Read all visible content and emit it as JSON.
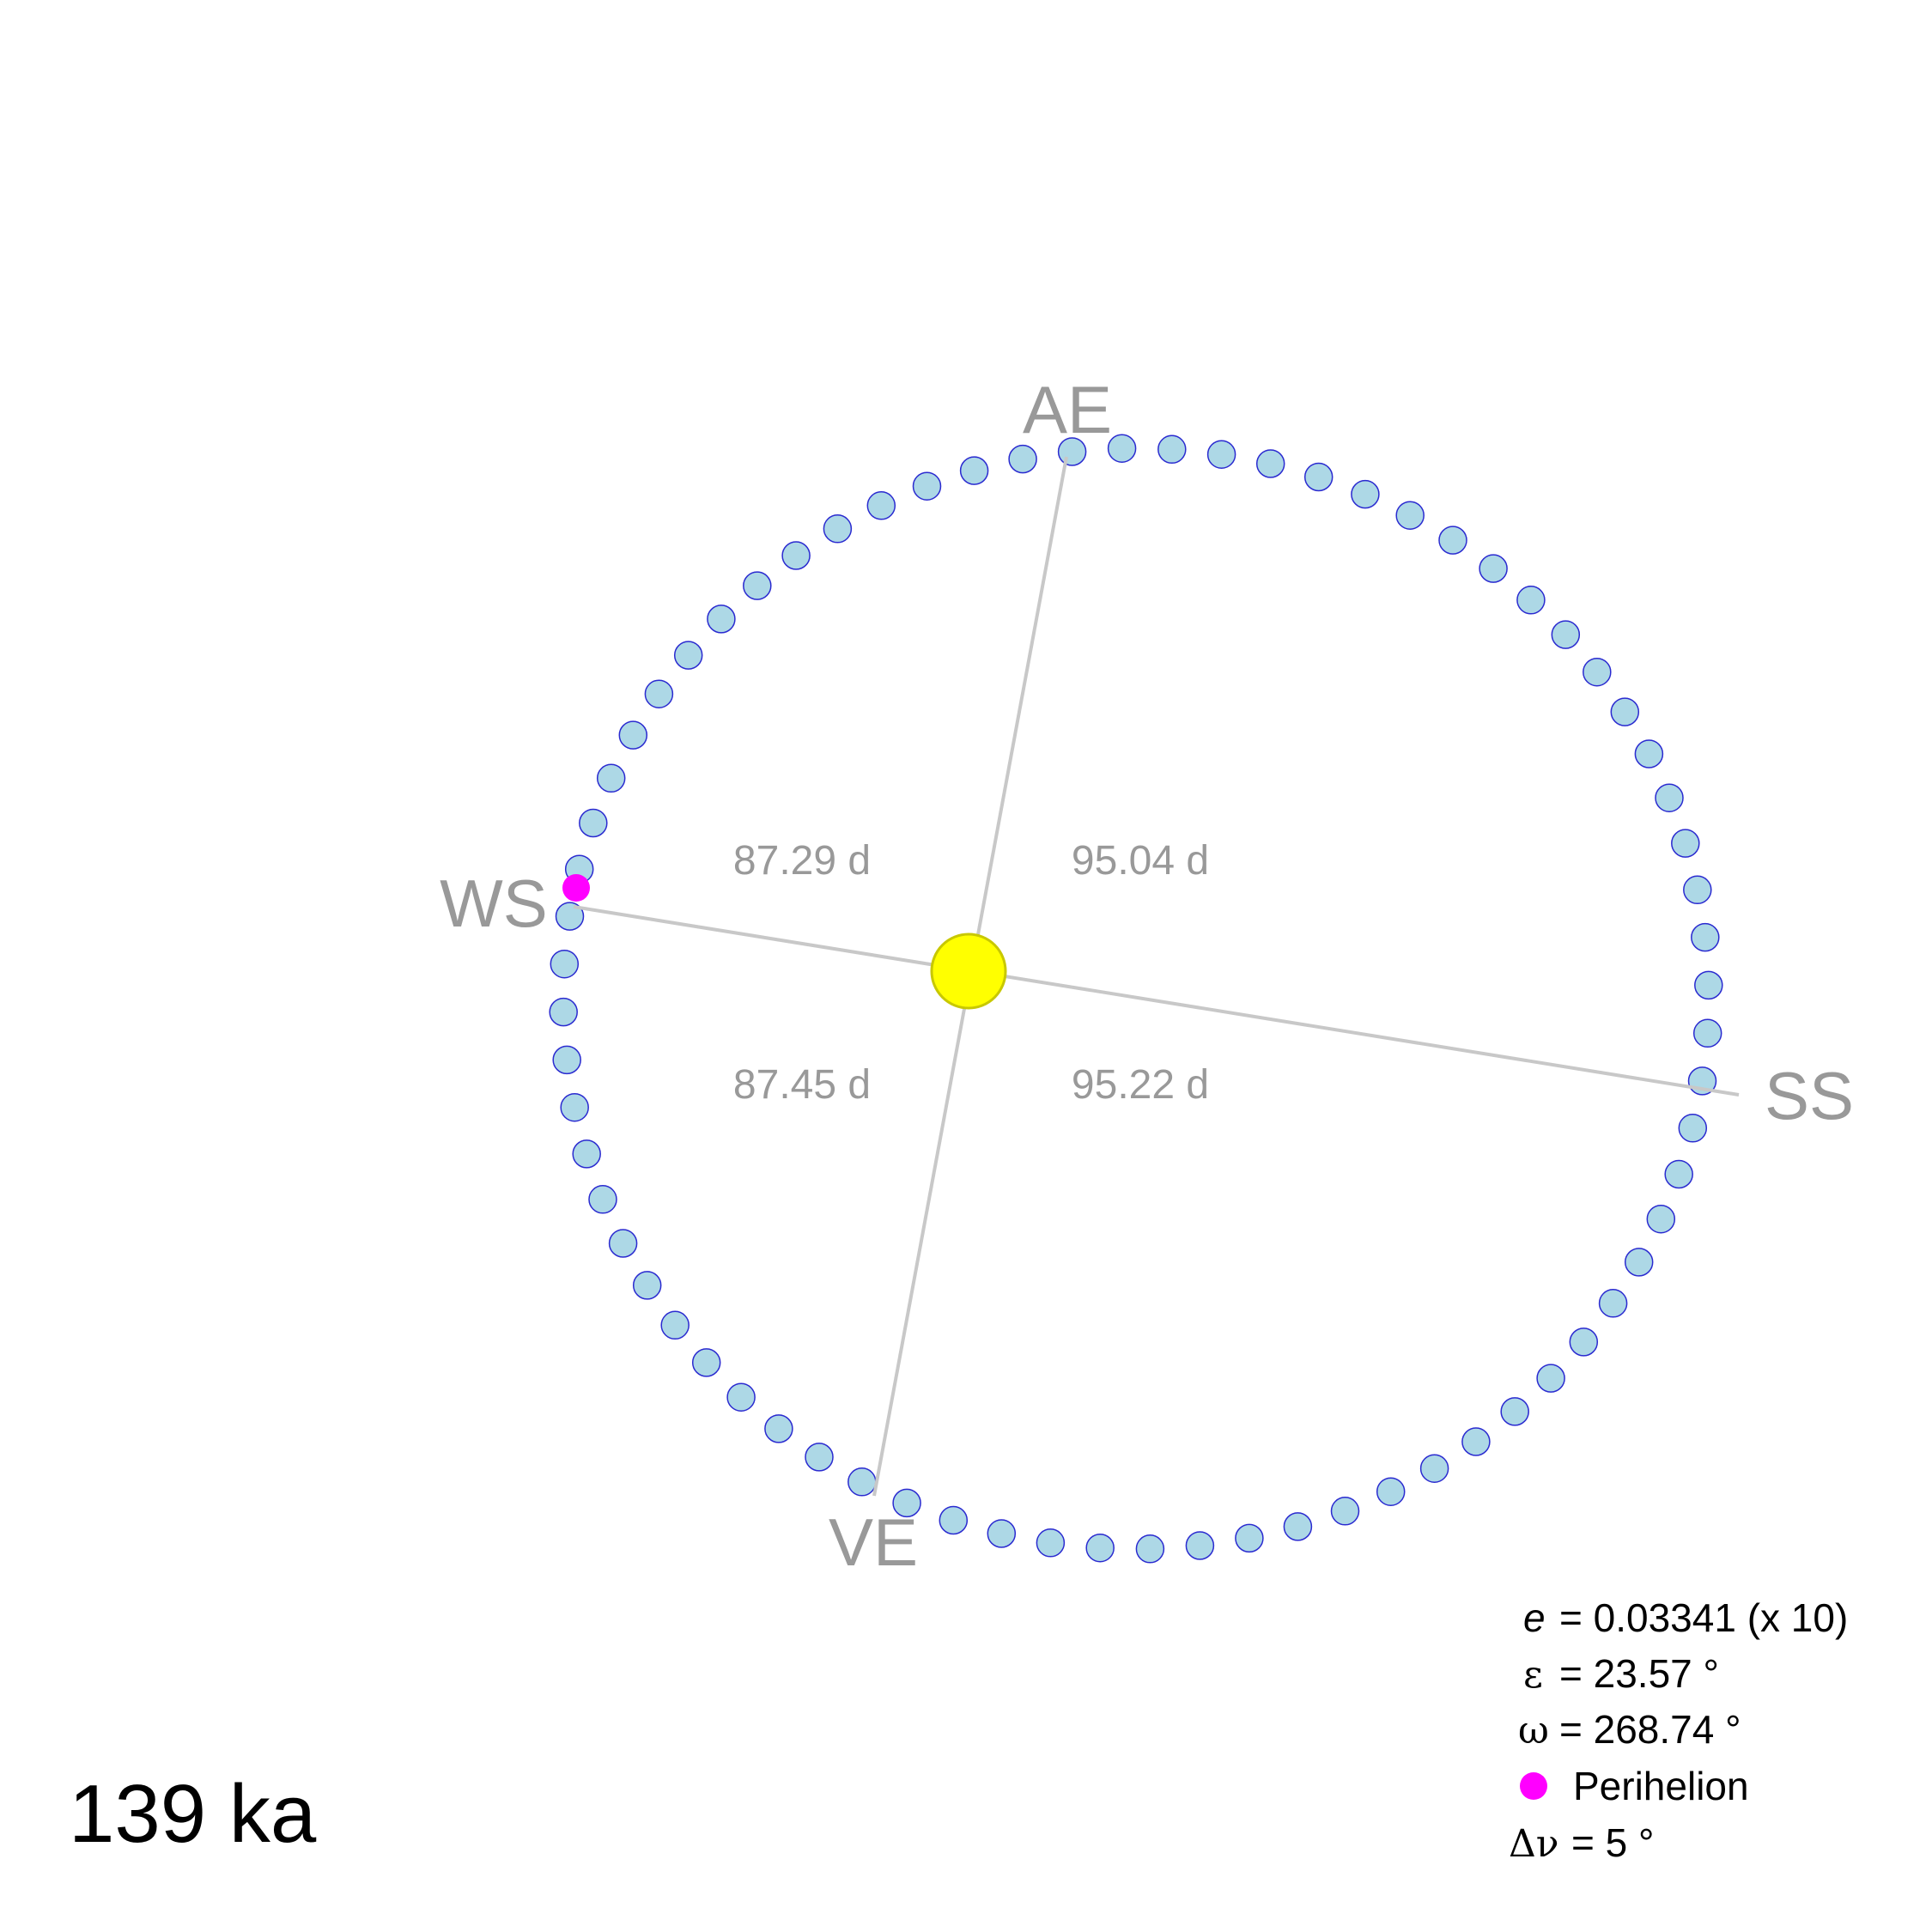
{
  "axes": {
    "ae": "AE",
    "ws": "WS",
    "ss": "SS",
    "ve": "VE"
  },
  "seasons": {
    "winter_to_autumn": "87.29 d",
    "autumn_to_summer": "95.04 d",
    "vernal_to_winter": "87.45 d",
    "summer_to_vernal": "95.22 d"
  },
  "parameters": {
    "eccentricity_symbol": "e",
    "eccentricity_text": "= 0.03341 (x 10)",
    "obliquity_symbol": "ε",
    "obliquity_text": "= 23.57 °",
    "precession_symbol": "ω",
    "precession_text": "= 268.74 °",
    "perihelion_label": "Perihelion",
    "step_symbol": "Δν",
    "step_text": "=  5 °"
  },
  "age": "139 ka",
  "colors": {
    "orbit_fill": "#add8e6",
    "orbit_stroke": "#2a2ad0",
    "sun_fill": "#ffff00",
    "sun_stroke": "#c8c800",
    "perihelion": "#ff00ff",
    "axis_line": "#c8c8c8",
    "label_gray": "#999999"
  }
}
